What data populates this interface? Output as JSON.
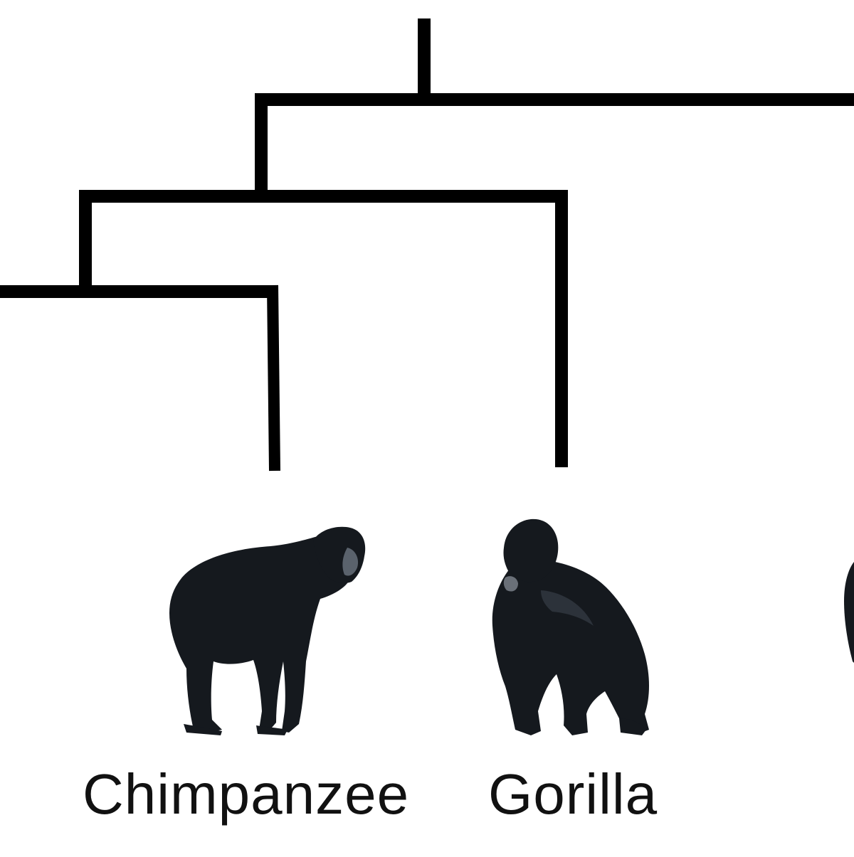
{
  "diagram": {
    "type": "cladogram",
    "colors": {
      "branch": "#000000",
      "animal": "#15191e",
      "animal_highlight": "#3a4048",
      "background": "#ffffff"
    },
    "taxa": [
      {
        "name": "Chimpanzee",
        "label": "Chimpanzee",
        "icon": "chimpanzee-icon"
      },
      {
        "name": "Gorilla",
        "label": "Gorilla",
        "icon": "gorilla-icon"
      }
    ]
  }
}
